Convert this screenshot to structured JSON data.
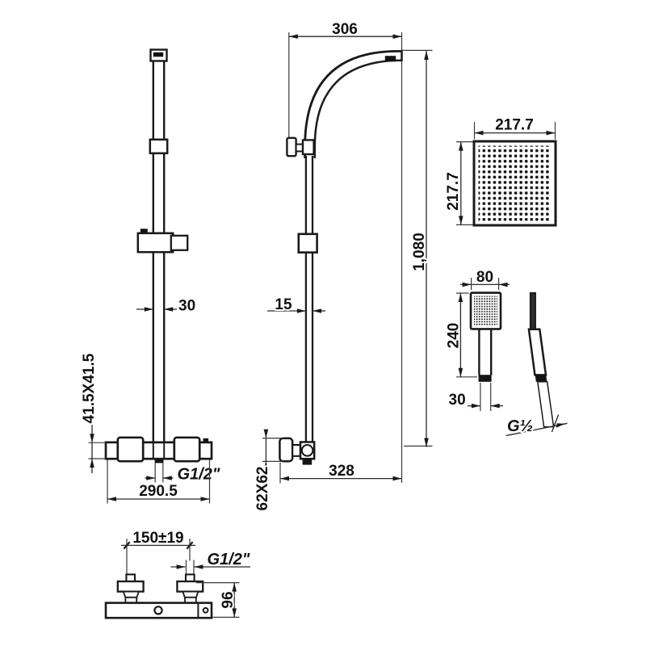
{
  "colors": {
    "background": "#ffffff",
    "line": "#1a1a1a"
  },
  "views": {
    "rail_front": {
      "dim_rail_width": "30",
      "dim_valve_face": "41.5X41.5",
      "dim_outlet_thread": "G1/2\"",
      "dim_valve_width": "290.5"
    },
    "riser_side": {
      "dim_arm_reach": "306",
      "dim_total_height": "1,080",
      "dim_pipe_width": "15",
      "dim_bottom_offset": "328",
      "dim_valve_body": "62X62"
    },
    "overhead_shower": {
      "dim_width": "217.7",
      "dim_height": "217.7"
    },
    "hand_shower_front": {
      "dim_head_width": "80",
      "dim_length": "240",
      "dim_handle_width": "30"
    },
    "hand_shower_side": {
      "dim_thread": "G½"
    },
    "valve_top": {
      "dim_inlet_spacing": "150±19",
      "dim_inlet_thread": "G1/2\"",
      "dim_depth": "96"
    }
  }
}
